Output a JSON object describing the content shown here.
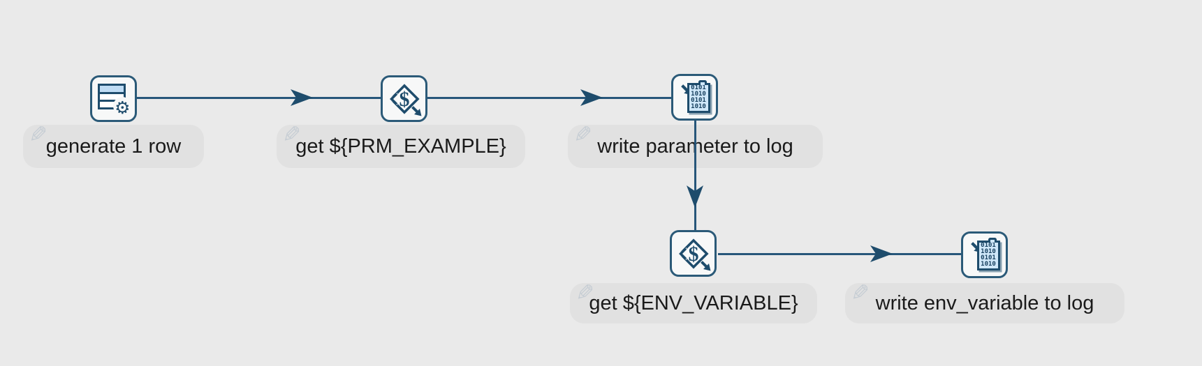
{
  "app": {
    "view": "transformation canvas"
  },
  "colors": {
    "canvas_bg": "#eaeaea",
    "node_border": "#2b5a78",
    "icon_navy": "#1e4c6c",
    "hop_line": "#27567a",
    "label_bg": "#e1e1e1",
    "label_text": "#1a1a1a",
    "icon_blue_fill": "#cfe7f9",
    "table_header_blue": "#bfdcf4",
    "pencil_gray": "#c6cdd4"
  },
  "icons": {
    "pencil_glyph": "✎",
    "gear_glyph": "⚙",
    "dollar_symbol": "$",
    "log_page_lines": [
      "0101",
      "1010",
      "0101",
      "1010"
    ]
  },
  "steps": [
    {
      "id": "generate-1-row",
      "label": "generate 1 row",
      "icon": "table-rows-gear-icon"
    },
    {
      "id": "get-prm-example",
      "label": "get ${PRM_EXAMPLE}",
      "icon": "diamond-dollar-icon"
    },
    {
      "id": "write-parameter-to-log",
      "label": "write parameter to log",
      "icon": "binary-log-page-icon"
    },
    {
      "id": "get-env-variable",
      "label": "get ${ENV_VARIABLE}",
      "icon": "diamond-dollar-icon"
    },
    {
      "id": "write-env-variable-to-log",
      "label": "write env_variable to log",
      "icon": "binary-log-page-icon"
    }
  ],
  "hops": [
    {
      "from": "generate-1-row",
      "to": "get-prm-example"
    },
    {
      "from": "get-prm-example",
      "to": "write-parameter-to-log"
    },
    {
      "from": "write-parameter-to-log",
      "to": "get-env-variable"
    },
    {
      "from": "get-env-variable",
      "to": "write-env-variable-to-log"
    }
  ]
}
